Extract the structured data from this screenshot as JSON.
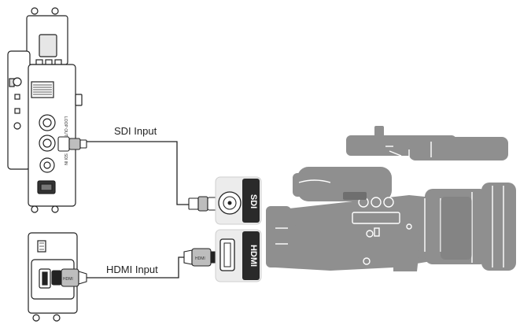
{
  "labels": {
    "sdi_cable": "SDI Input",
    "hdmi_cable": "HDMI Input",
    "sdi_port": "SDI",
    "hdmi_port": "HDMI",
    "hdmi_plug_text": "HDMI",
    "loop_out": "LOOP OUT",
    "sdi_in": "SDI IN"
  },
  "icons": [
    "transmitter-device",
    "camcorder-silhouette",
    "sdi-bnc-connector",
    "hdmi-connector"
  ],
  "colors": {
    "line": "#222222",
    "camera": "#8f8f8f",
    "camera_dark": "#6f6f6f",
    "panel": "#d8d8d8",
    "port_bg": "#ececec",
    "plug_grey": "#bdbdbd"
  }
}
